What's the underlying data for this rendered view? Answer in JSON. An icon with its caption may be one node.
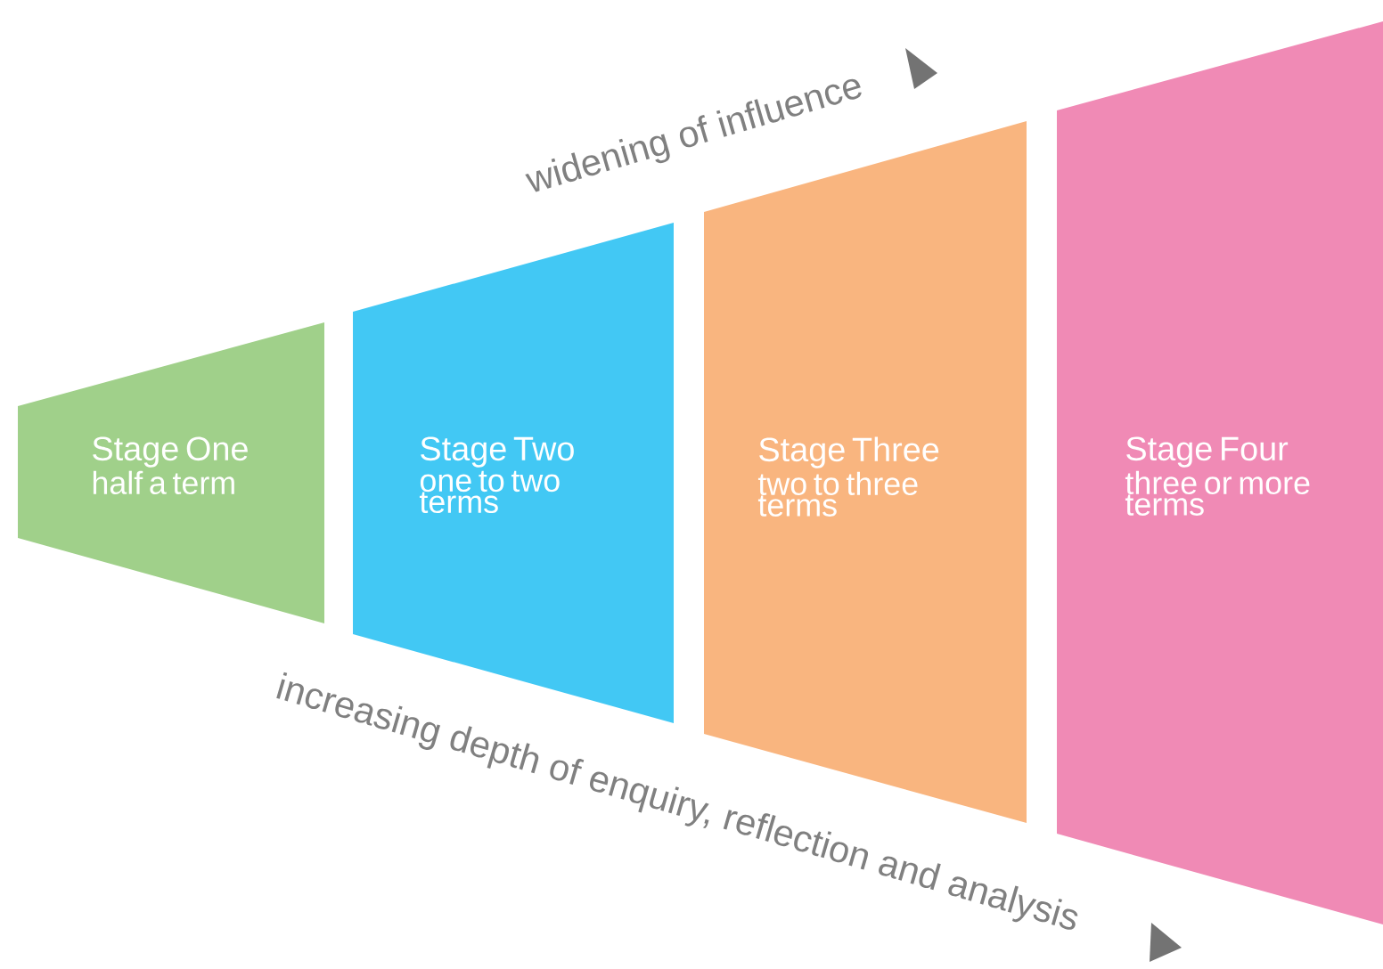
{
  "diagram": {
    "nodes": [
      {
        "text": [
          "Stage One",
          "half a term"
        ]
      },
      {
        "text": [
          "Stage Two",
          "one to two terms"
        ]
      },
      {
        "text": [
          "Stage Three",
          "two to three terms"
        ]
      },
      {
        "text": [
          "Stage Four",
          "three or more terms"
        ]
      }
    ],
    "labels": [
      "widening of influence",
      "increasing depth of enquiry, reflection and analysis"
    ]
  }
}
